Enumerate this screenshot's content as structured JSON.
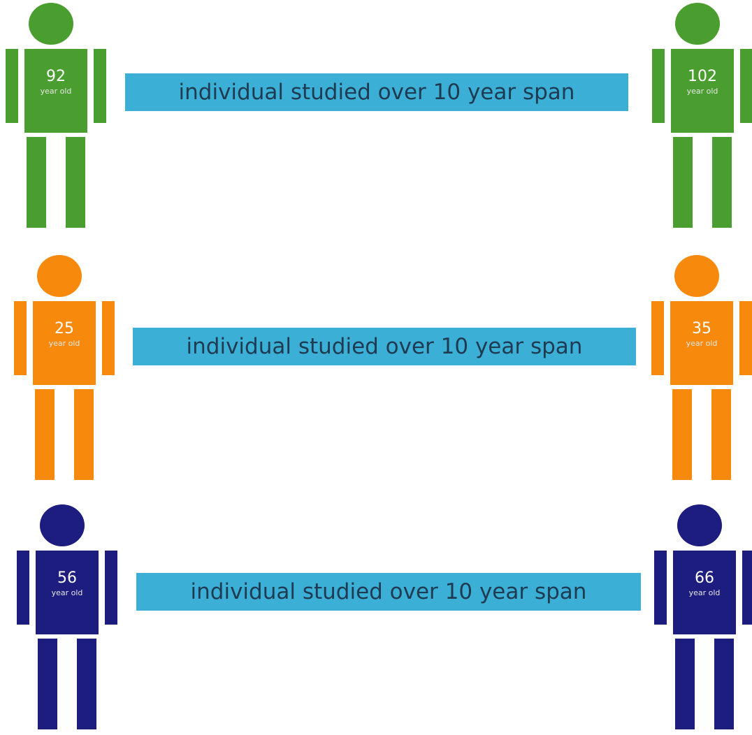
{
  "rows": [
    {
      "color": "#4a9e2f",
      "left_figure": {
        "age": "92",
        "unit": "year old"
      },
      "right_figure": {
        "age": "102",
        "unit": "year old"
      },
      "banner": "individual studied over 10 year span"
    },
    {
      "color": "#f7890c",
      "left_figure": {
        "age": "25",
        "unit": "year old"
      },
      "right_figure": {
        "age": "35",
        "unit": "year old"
      },
      "banner": "individual studied over 10 year span"
    },
    {
      "color": "#1c1d7f",
      "left_figure": {
        "age": "56",
        "unit": "year old"
      },
      "right_figure": {
        "age": "66",
        "unit": "year old"
      },
      "banner": "individual studied over 10 year span"
    }
  ],
  "banner_color": "#3cafd6"
}
